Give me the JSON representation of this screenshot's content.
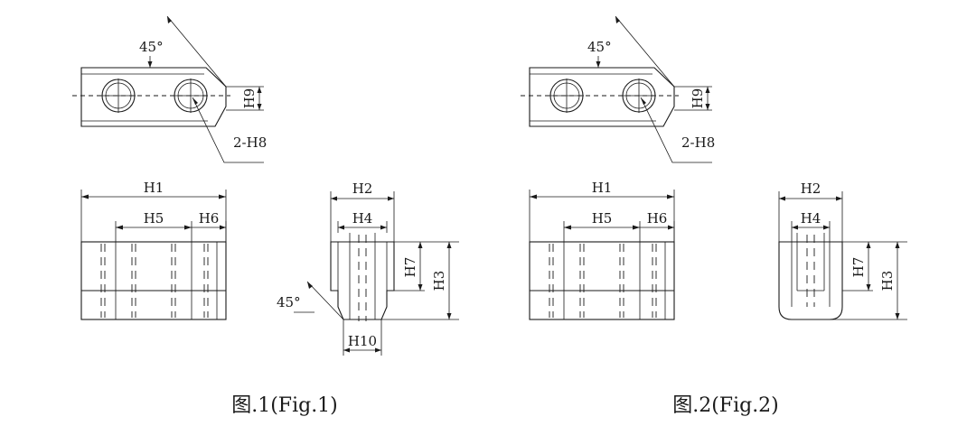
{
  "figures": [
    {
      "caption": "图.1(Fig.1)",
      "labels": {
        "angle_top": "45°",
        "holes": "2-H8",
        "h9": "H9",
        "h1": "H1",
        "h5": "H5",
        "h6": "H6",
        "h2": "H2",
        "h4": "H4",
        "h7": "H7",
        "h3": "H3",
        "angle_side": "45°",
        "h10": "H10"
      }
    },
    {
      "caption": "图.2(Fig.2)",
      "labels": {
        "angle_top": "45°",
        "holes": "2-H8",
        "h9": "H9",
        "h1": "H1",
        "h5": "H5",
        "h6": "H6",
        "h2": "H2",
        "h4": "H4",
        "h7": "H7",
        "h3": "H3"
      }
    }
  ]
}
